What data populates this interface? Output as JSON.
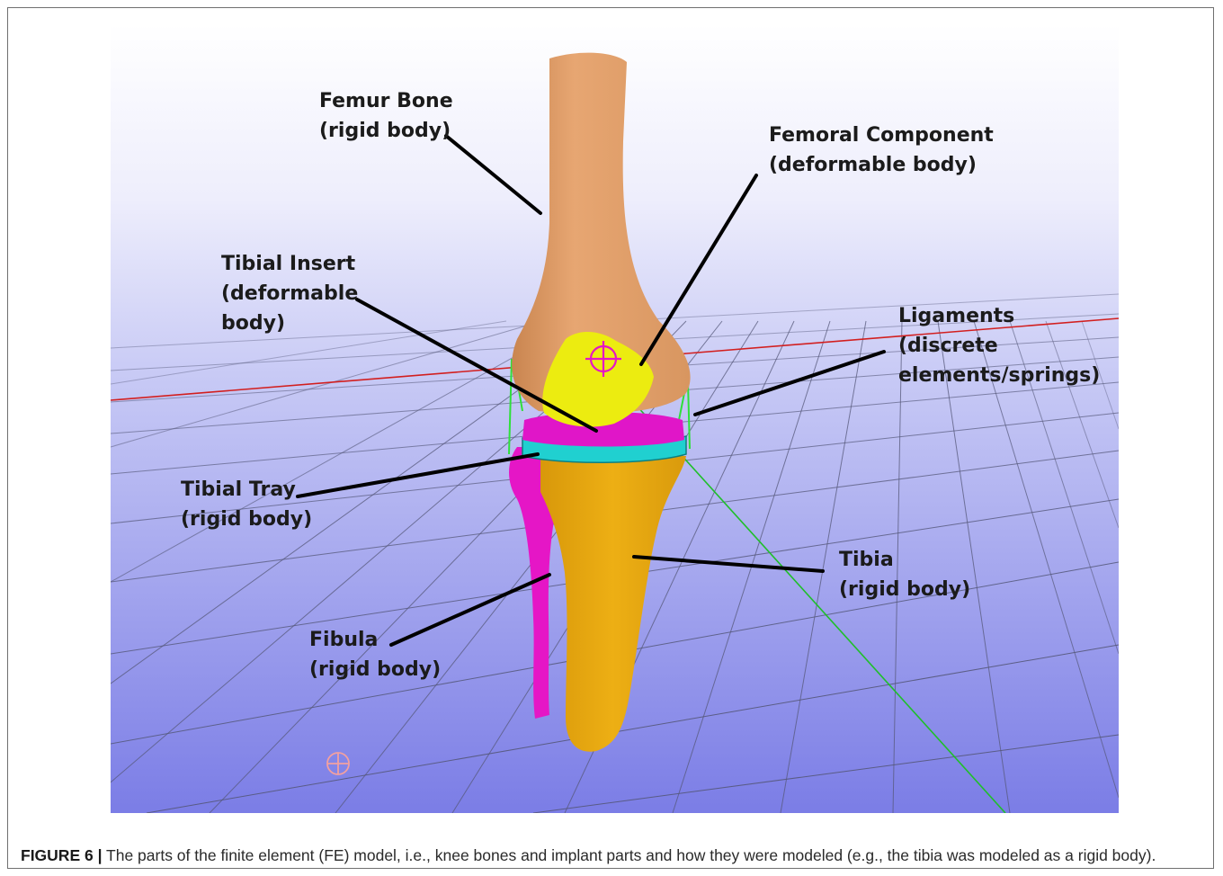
{
  "figure": {
    "label": "FIGURE 6 |",
    "caption": "The parts of the finite element (FE) model, i.e., knee bones and implant parts and how they were modeled (e.g., the tibia was modeled as a rigid body)."
  },
  "labels": {
    "femur_bone": [
      "Femur Bone",
      "(rigid body)"
    ],
    "femoral_component": [
      "Femoral Component",
      "(deformable body)"
    ],
    "tibial_insert": [
      "Tibial Insert",
      "(deformable",
      "body)"
    ],
    "ligaments": [
      "Ligaments",
      "(discrete",
      "elements/springs)"
    ],
    "tibial_tray": [
      "Tibial Tray",
      "(rigid body)"
    ],
    "tibia": [
      "Tibia",
      "(rigid body)"
    ],
    "fibula": [
      "Fibula",
      "(rigid body)"
    ]
  },
  "colors": {
    "background_top": "#ffffff",
    "background_bottom": "#7b7de6",
    "grid": "#55587a",
    "axis_x": "#d21f1f",
    "axis_z": "#1fbf2a",
    "femur": "#e2a06a",
    "femoral_component": "#ecec10",
    "tibial_insert": "#e016c8",
    "tibial_tray": "#20d0d0",
    "tibia": "#e6a80e",
    "fibula": "#e516c6",
    "pointer": "#000000"
  }
}
